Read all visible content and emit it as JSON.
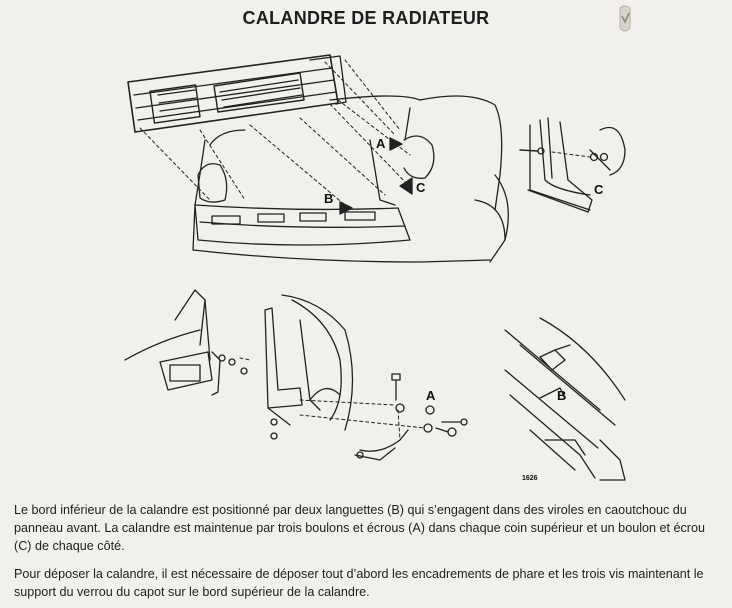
{
  "page": {
    "title": "CALANDRE DE RADIATEUR"
  },
  "figure": {
    "labels": {
      "a_main": "A",
      "b_main": "B",
      "c_main": "C",
      "c_detail": "C",
      "a_bracket": "A",
      "b_tab": "B",
      "ref_number": "1626"
    }
  },
  "text": {
    "paragraph1": "Le bord inférieur de la calandre est positionné par deux languettes (B) qui s’engagent dans des viroles en caoutchouc du panneau avant. La calandre est maintenue par trois boulons et écrous (A) dans chaque coin supérieur et un boulon et écrou (C) de chaque côté.",
    "paragraph2": "Pour déposer la calandre, il est nécessaire de déposer tout d’abord les encadrements de phare et les trois vis maintenant le support du verrou du capot sur le bord supérieur de la calandre."
  }
}
